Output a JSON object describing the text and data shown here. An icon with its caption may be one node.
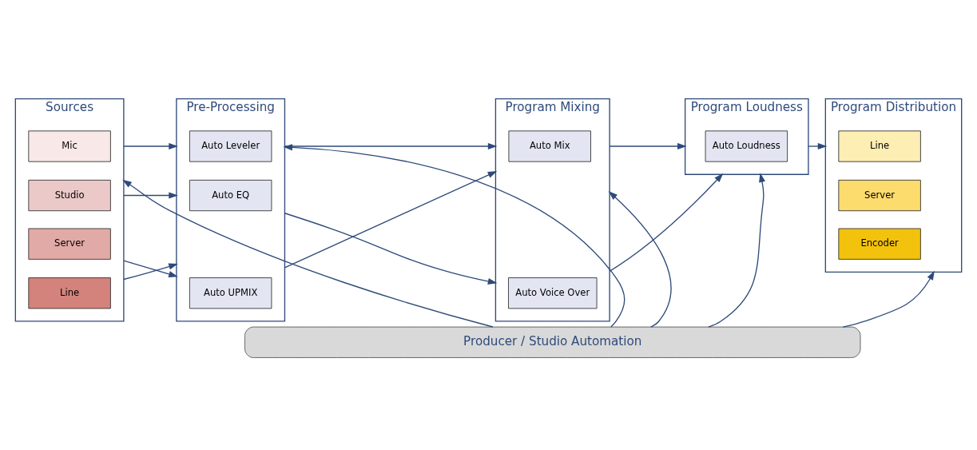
{
  "diagram": {
    "nodes": [
      {
        "text": [
          "Sources"
        ]
      },
      {
        "text": [
          "Mic"
        ],
        "in": 0
      },
      {
        "text": [
          "Studio"
        ],
        "in": 0
      },
      {
        "text": [
          "Server"
        ],
        "in": 0
      },
      {
        "text": [
          "Line"
        ],
        "in": 0
      },
      {
        "text": [
          "Pre-Processing"
        ]
      },
      {
        "text": [
          "Auto Leveler"
        ],
        "in": 5
      },
      {
        "text": [
          "Auto EQ"
        ],
        "in": 5
      },
      {
        "text": [
          "Auto UPMIX"
        ],
        "in": 5
      },
      {
        "text": [
          "Program Mixing"
        ]
      },
      {
        "text": [
          "Auto Mix"
        ],
        "in": 9
      },
      {
        "text": [
          "Auto Voice Over"
        ],
        "in": 9
      },
      {
        "text": [
          "Program Loudness"
        ]
      },
      {
        "text": [
          "Auto Loudness"
        ],
        "in": 12
      },
      {
        "text": [
          "Program Distribution"
        ]
      },
      {
        "text": [
          "Line"
        ],
        "in": 14
      },
      {
        "text": [
          "Server"
        ],
        "in": 14
      },
      {
        "text": [
          "Encoder"
        ],
        "in": 14
      },
      {
        "text": [
          "Producer / Studio Automation"
        ]
      }
    ],
    "edges": [
      {
        "from": 0,
        "to": 5,
        "arrow": "to"
      },
      {
        "from": 0,
        "to": 5,
        "arrow": "to"
      },
      {
        "from": 0,
        "to": 5,
        "arrow": "to"
      },
      {
        "from": 0,
        "to": 5,
        "arrow": "to"
      },
      {
        "from": 5,
        "to": 9,
        "arrow": "to"
      },
      {
        "from": 5,
        "to": 9,
        "arrow": "to"
      },
      {
        "from": 5,
        "to": 9,
        "arrow": "to"
      },
      {
        "from": 9,
        "to": 12,
        "arrow": "to"
      },
      {
        "from": 9,
        "to": 12,
        "arrow": "to"
      },
      {
        "from": 12,
        "to": 14,
        "arrow": "to"
      },
      {
        "from": 18,
        "to": 0,
        "arrow": "to"
      },
      {
        "from": 18,
        "to": 5,
        "arrow": "to"
      },
      {
        "from": 18,
        "to": 9,
        "arrow": "to"
      },
      {
        "from": 18,
        "to": 12,
        "arrow": "to"
      },
      {
        "from": 18,
        "to": 14,
        "arrow": "to"
      }
    ]
  }
}
